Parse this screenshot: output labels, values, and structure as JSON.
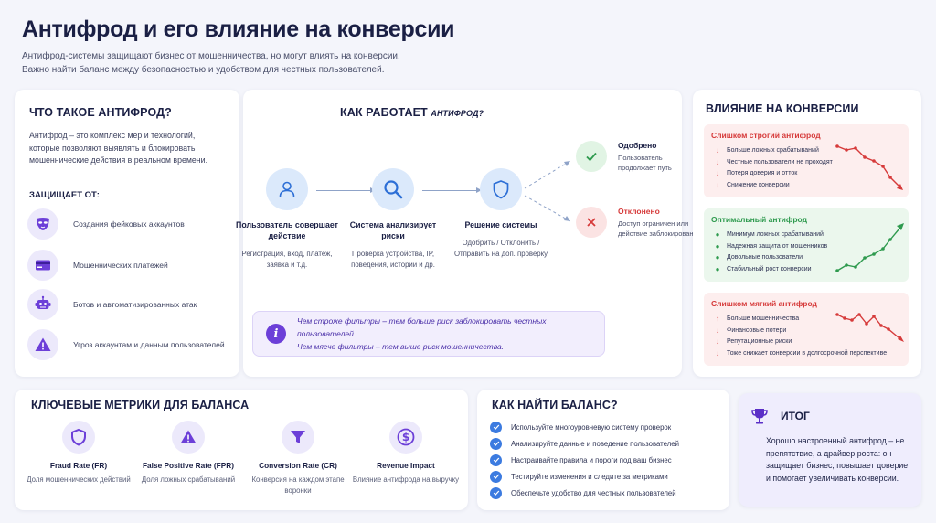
{
  "header": {
    "title": "Антифрод и его влияние на конверсии",
    "subtitle_1": "Антифрод-системы защищают бизнес от мошенничества, но могут влиять на конверсии.",
    "subtitle_2": "Важно найти баланс между безопасностью и удобством для честных пользователей."
  },
  "what": {
    "heading": "ЧТО ТАКОЕ АНТИФРОД?",
    "description": "Антифрод – это комплекс мер и технологий, которые позволяют выявлять и блокировать мошеннические действия в реальном времени.",
    "protects_heading": "ЗАЩИЩАЕТ ОТ:",
    "items": [
      {
        "icon": "mask-icon",
        "label": "Создания фейковых аккаунтов"
      },
      {
        "icon": "credit-card-icon",
        "label": "Мошеннических платежей"
      },
      {
        "icon": "robot-icon",
        "label": "Ботов и автоматизированных атак"
      },
      {
        "icon": "warning-icon",
        "label": "Угроз аккаунтам и данным пользователей"
      }
    ]
  },
  "how": {
    "heading": "КАК РАБОТАЕТ",
    "heading_em": "АНТИФРОД?",
    "steps": [
      {
        "icon": "user-icon",
        "title": "Пользователь совершает действие",
        "sub": "Регистрация, вход, платеж, заявка и т.д."
      },
      {
        "icon": "magnifier-icon",
        "title": "Система анализирует риски",
        "sub": "Проверка устройства, IP, поведения, истории и др."
      },
      {
        "icon": "shield-icon",
        "title": "Решение системы",
        "sub": "Одобрить / Отклонить / Отправить на доп. проверку"
      }
    ],
    "approved": {
      "title": "Одобрено",
      "sub": "Пользователь продолжает путь"
    },
    "rejected": {
      "title": "Отклонено",
      "sub": "Доступ ограничен или действие заблокировано"
    },
    "note_1": "Чем строже фильтры – тем больше риск заблокировать честных пользователей.",
    "note_2": "Чем мягче фильтры – тем выше риск мошенничества."
  },
  "impact": {
    "heading": "ВЛИЯНИЕ НА КОНВЕРСИИ",
    "strict": {
      "title": "Слишком строгий антифрод",
      "items": [
        "Больше ложных срабатываний",
        "Честные пользователи не проходят",
        "Потеря доверия и отток",
        "Снижение конверсии"
      ]
    },
    "optimal": {
      "title": "Оптимальный антифрод",
      "items": [
        "Минимум ложных срабатываний",
        "Надежная защита от мошенников",
        "Довольные пользователи",
        "Стабильный рост конверсии"
      ]
    },
    "soft": {
      "title": "Слишком мягкий антифрод",
      "items": [
        "Больше мошенничества",
        "Финансовые потери",
        "Репутационные риски",
        "Тоже снижает конверсии в долгосрочной перспективе"
      ]
    }
  },
  "metrics": {
    "heading": "КЛЮЧЕВЫЕ МЕТРИКИ ДЛЯ БАЛАНСА",
    "items": [
      {
        "icon": "shield-icon",
        "title": "Fraud Rate (FR)",
        "sub": "Доля мошеннических действий"
      },
      {
        "icon": "warning-icon",
        "title": "False Positive Rate (FPR)",
        "sub": "Доля ложных срабатываний"
      },
      {
        "icon": "funnel-icon",
        "title": "Conversion Rate (CR)",
        "sub": "Конверсия на каждом этапе воронки"
      },
      {
        "icon": "dollar-icon",
        "title": "Revenue Impact",
        "sub": "Влияние антифрода на выручку"
      }
    ]
  },
  "balance": {
    "heading": "КАК НАЙТИ БАЛАНС?",
    "items": [
      "Используйте многоуровневую систему проверок",
      "Анализируйте данные и поведение пользователей",
      "Настраивайте правила и пороги под ваш бизнес",
      "Тестируйте изменения и следите за метриками",
      "Обеспечьте удобство для честных пользователей"
    ]
  },
  "summary": {
    "heading": "ИТОГ",
    "text": "Хорошо настроенный антифрод – не препятствие, а драйвер роста: он защищает бизнес, повышает доверие и помогает увеличивать конверсии."
  },
  "colors": {
    "red": "#d63a3a",
    "green": "#2e9a4e",
    "purple": "#6c3fd8",
    "blue": "#3c7be0"
  }
}
